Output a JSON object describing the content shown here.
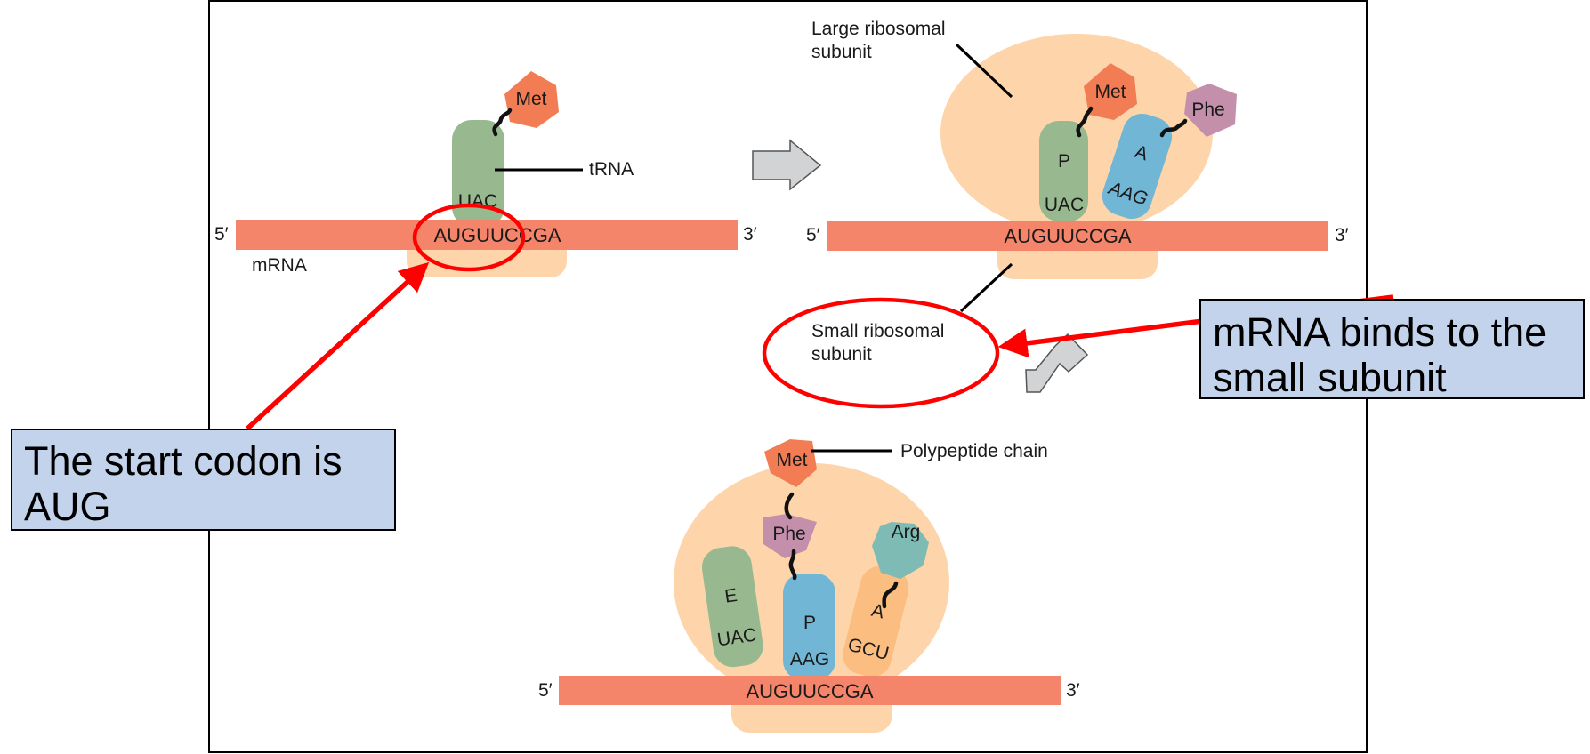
{
  "colors": {
    "mrna": "#f4856a",
    "ribosome": "#fed5aa",
    "trna_green": "#98b890",
    "trna_blue": "#72b6d6",
    "trna_orange": "#fbbd80",
    "met": "#f27d54",
    "phe": "#c38fab",
    "arg": "#7ebbb5",
    "annotation_red": "#ff0000",
    "callout_fill": "#c3d3ec",
    "step_arrow": "#d2d3d5"
  },
  "panel1": {
    "five_prime": "5′",
    "three_prime": "3′",
    "sequence": "AUGUUCCGA",
    "mrna_label": "mRNA",
    "trna_label": "tRNA",
    "anticodon": "UAC",
    "amino_acid": "Met"
  },
  "panel2": {
    "five_prime": "5′",
    "three_prime": "3′",
    "sequence": "AUGUUCCGA",
    "large_subunit_label_line1": "Large ribosomal",
    "large_subunit_label_line2": "subunit",
    "small_subunit_label_line1": "Small ribosomal",
    "small_subunit_label_line2": "subunit",
    "p_site": "P",
    "p_anticodon": "UAC",
    "p_amino_acid": "Met",
    "a_site": "A",
    "a_anticodon": "AAG",
    "a_amino_acid": "Phe"
  },
  "panel3": {
    "five_prime": "5′",
    "three_prime": "3′",
    "sequence": "AUGUUCCGA",
    "polypeptide_label": "Polypeptide chain",
    "e_site": "E",
    "e_anticodon": "UAC",
    "p_site": "P",
    "p_anticodon": "AAG",
    "a_site": "A",
    "a_anticodon": "GCU",
    "chain_aa1": "Met",
    "chain_aa2": "Phe",
    "a_amino_acid": "Arg"
  },
  "callouts": {
    "start_codon": "The start codon is AUG",
    "mrna_binds": "mRNA binds to the small subunit"
  }
}
